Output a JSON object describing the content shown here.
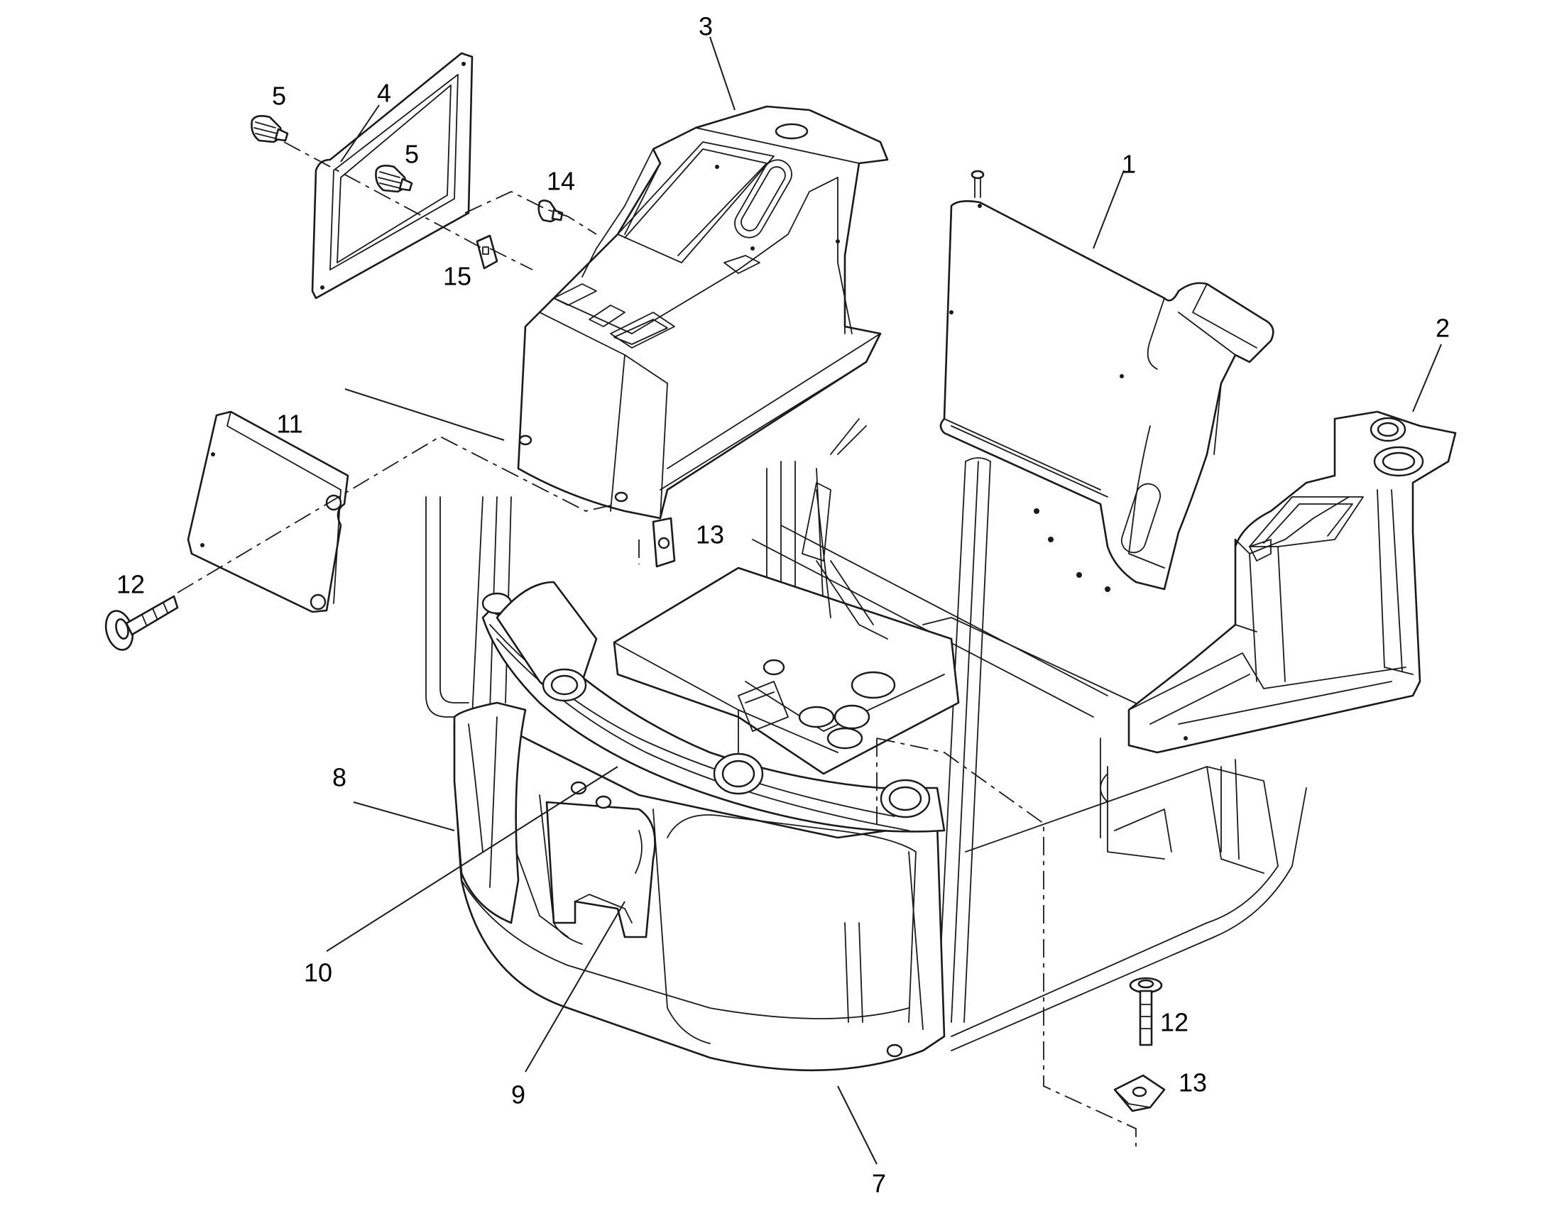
{
  "callouts": [
    {
      "id": "c1",
      "text": "1"
    },
    {
      "id": "c2",
      "text": "2"
    },
    {
      "id": "c3",
      "text": "3"
    },
    {
      "id": "c4",
      "text": "4"
    },
    {
      "id": "c5a",
      "text": "5"
    },
    {
      "id": "c5b",
      "text": "5"
    },
    {
      "id": "c7",
      "text": "7"
    },
    {
      "id": "c8",
      "text": "8"
    },
    {
      "id": "c9",
      "text": "9"
    },
    {
      "id": "c10",
      "text": "10"
    },
    {
      "id": "c11",
      "text": "11"
    },
    {
      "id": "c12a",
      "text": "12"
    },
    {
      "id": "c12b",
      "text": "12"
    },
    {
      "id": "c13a",
      "text": "13"
    },
    {
      "id": "c13b",
      "text": "13"
    },
    {
      "id": "c14",
      "text": "14"
    },
    {
      "id": "c15",
      "text": "15"
    }
  ]
}
